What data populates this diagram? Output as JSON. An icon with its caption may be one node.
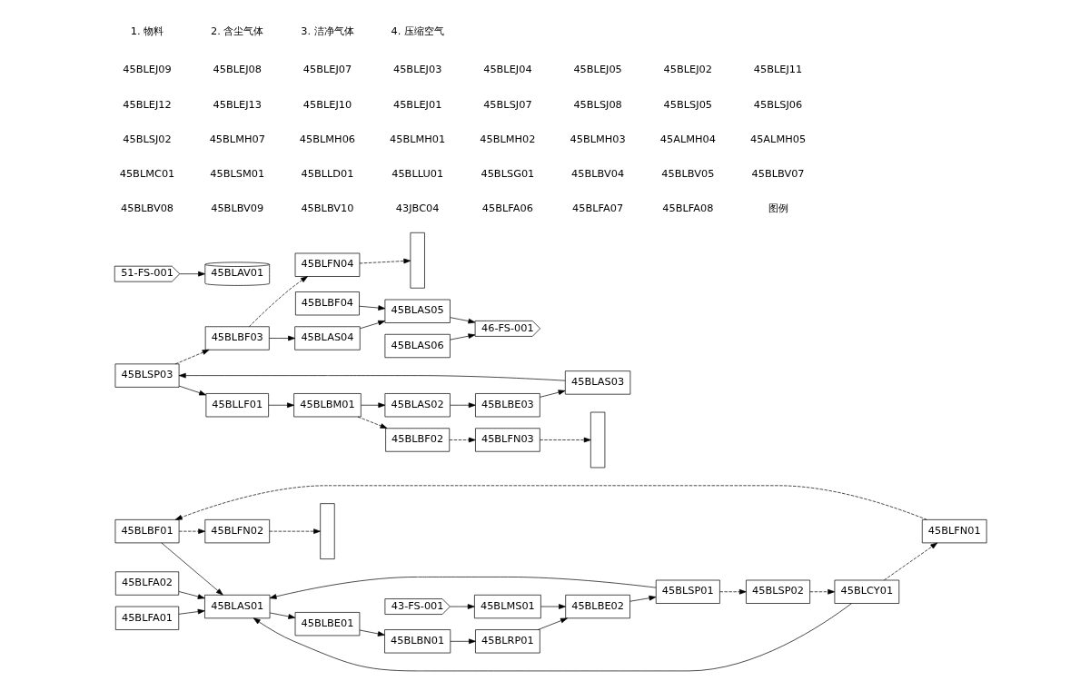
{
  "diagram": {
    "nodes": [
      {
        "text": [],
        "shape": "box"
      },
      {
        "text": [
          "45BLFN02"
        ]
      },
      {
        "text": [
          "45BLBF01"
        ]
      },
      {
        "text": [
          "45BLFN01"
        ]
      },
      {
        "text": [
          "45BLCY01"
        ]
      },
      {
        "text": [
          "45BLSP02"
        ]
      },
      {
        "text": [
          "45BLSP03"
        ]
      },
      {
        "text": [
          "45BLBF03"
        ]
      },
      {
        "text": [
          "45BLFN04"
        ]
      },
      {
        "text": [],
        "shape": "box"
      },
      {
        "text": [
          "45BLAS01"
        ]
      },
      {
        "text": [
          "45BLFA01"
        ]
      },
      {
        "text": [
          "45BLFA02"
        ]
      },
      {
        "text": [
          "51-FS-001"
        ]
      },
      {
        "text": [
          "45BLAV01"
        ]
      },
      {
        "text": [
          "45BLBE01"
        ]
      },
      {
        "text": [
          "45BLBN01"
        ]
      },
      {
        "text": [
          "45BLRP01"
        ]
      },
      {
        "text": [
          "45BLBE02"
        ]
      },
      {
        "text": [
          "45BLSP01"
        ]
      },
      {
        "text": [
          "45BLMS01"
        ]
      },
      {
        "text": [
          "43-FS-001"
        ]
      },
      {
        "text": [
          "45BLBM01"
        ]
      },
      {
        "text": [
          "45BLBE03"
        ]
      },
      {
        "text": [
          "45BLAS02"
        ]
      },
      {
        "text": [
          "45BLBF02"
        ]
      },
      {
        "text": [
          "45BLFN03"
        ]
      },
      {
        "text": [],
        "shape": "box"
      },
      {
        "text": [
          "45BLAS04"
        ]
      },
      {
        "text": [
          "45BLAS05"
        ]
      },
      {
        "text": [
          "45BLAS06"
        ]
      },
      {
        "text": [
          "46-FS-001"
        ]
      },
      {
        "text": [
          "45BLBF04"
        ]
      },
      {
        "text": [
          "45BLAS03"
        ]
      },
      {
        "text": [
          "45BLLF01"
        ]
      }
    ],
    "edges": [
      {
        "from": 1,
        "to": 0,
        "arrow": "to",
        "style": "dashed"
      },
      {
        "from": 2,
        "to": 1,
        "arrow": "to",
        "style": "dashed"
      },
      {
        "from": 3,
        "to": 2,
        "arrow": "to",
        "style": "dashed"
      },
      {
        "from": 4,
        "to": 3,
        "arrow": "to",
        "style": "dashed"
      },
      {
        "from": 5,
        "to": 4,
        "arrow": "to",
        "style": "dashed"
      },
      {
        "from": 19,
        "to": 5,
        "arrow": "to",
        "style": "dashed"
      },
      {
        "from": 2,
        "to": 10,
        "arrow": "to"
      },
      {
        "from": 4,
        "to": 10,
        "arrow": "to"
      },
      {
        "from": 11,
        "to": 10,
        "arrow": "to"
      },
      {
        "from": 12,
        "to": 10,
        "arrow": "to"
      },
      {
        "from": 10,
        "to": 15,
        "arrow": "to"
      },
      {
        "from": 15,
        "to": 16,
        "arrow": "to"
      },
      {
        "from": 16,
        "to": 17,
        "arrow": "to"
      },
      {
        "from": 17,
        "to": 18,
        "arrow": "to"
      },
      {
        "from": 21,
        "to": 20,
        "arrow": "to"
      },
      {
        "from": 20,
        "to": 18,
        "arrow": "to"
      },
      {
        "from": 18,
        "to": 19,
        "arrow": "to"
      },
      {
        "from": 19,
        "to": 10,
        "arrow": "to"
      },
      {
        "from": 13,
        "to": 14,
        "arrow": "to"
      },
      {
        "from": 6,
        "to": 34,
        "arrow": "to"
      },
      {
        "from": 34,
        "to": 22,
        "arrow": "to"
      },
      {
        "from": 22,
        "to": 24,
        "arrow": "to"
      },
      {
        "from": 24,
        "to": 23,
        "arrow": "to"
      },
      {
        "from": 23,
        "to": 33,
        "arrow": "to"
      },
      {
        "from": 33,
        "to": 6,
        "arrow": "to"
      },
      {
        "from": 22,
        "to": 25,
        "arrow": "to",
        "style": "dashed"
      },
      {
        "from": 25,
        "to": 26,
        "arrow": "to",
        "style": "dashed"
      },
      {
        "from": 26,
        "to": 27,
        "arrow": "to",
        "style": "dashed"
      },
      {
        "from": 6,
        "to": 7,
        "arrow": "to",
        "style": "dashed"
      },
      {
        "from": 7,
        "to": 8,
        "arrow": "to",
        "style": "dashed"
      },
      {
        "from": 8,
        "to": 9,
        "arrow": "to",
        "style": "dashed"
      },
      {
        "from": 7,
        "to": 28,
        "arrow": "to"
      },
      {
        "from": 28,
        "to": 29,
        "arrow": "to"
      },
      {
        "from": 32,
        "to": 29,
        "arrow": "to"
      },
      {
        "from": 29,
        "to": 31,
        "arrow": "to"
      },
      {
        "from": 30,
        "to": 31,
        "arrow": "to"
      }
    ],
    "labels": [
      "45BLEJ09",
      "45BLEJ08",
      "45BLEJ07",
      "45BLEJ03",
      "45BLEJ04",
      "45BLEJ05",
      "45BLEJ02",
      "45BLEJ11",
      "45BLEJ12",
      "45BLEJ13",
      "45BLEJ10",
      "45BLEJ01",
      "45BLSJ07",
      "45BLSJ08",
      "45BLSJ05",
      "45BLSJ06",
      "45BLSJ02",
      "45BLMH07",
      "45BLMH06",
      "45BLMH01",
      "45BLMH02",
      "45BLMH03",
      "45ALMH04",
      "45ALMH05",
      "45BLMC01",
      "45BLSM01",
      "45BLLD01",
      "45BLLU01",
      "45BLSG01",
      "45BLBV04",
      "45BLBV05",
      "45BLBV07",
      "45BLBV08",
      "45BLBV09",
      "45BLBV10",
      "43JBC04",
      "45BLFA06",
      "45BLFA07",
      "45BLFA08",
      "图例"
    ],
    "legend": [
      {
        "text": "1. 物料"
      },
      {
        "text": "2. 含尘气体"
      },
      {
        "text": "3. 洁净气体"
      },
      {
        "text": "4. 压缩空气"
      }
    ]
  }
}
